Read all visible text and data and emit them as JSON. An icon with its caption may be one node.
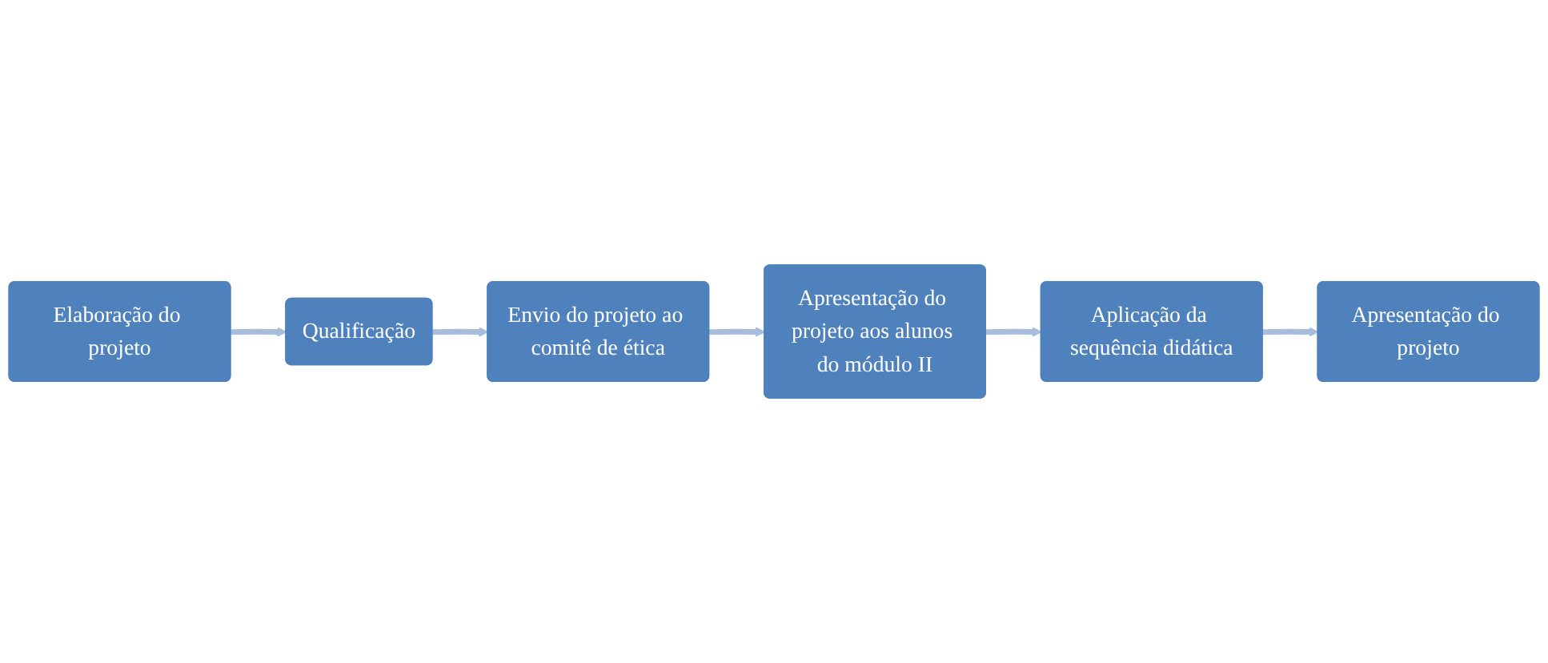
{
  "diagram": {
    "nodes": [
      {
        "text": [
          "Elaboração do projeto"
        ]
      },
      {
        "text": [
          "Qualificação"
        ]
      },
      {
        "text": [
          "Envio do projeto ao comitê de ética"
        ]
      },
      {
        "text": [
          "Apresentação do projeto aos alunos do módulo II"
        ]
      },
      {
        "text": [
          "Aplicação da sequência didática"
        ]
      },
      {
        "text": [
          "Apresentação do projeto"
        ]
      }
    ],
    "edges": [
      {
        "from": 0,
        "to": 1,
        "arrow": "to"
      },
      {
        "from": 1,
        "to": 2,
        "arrow": "to"
      },
      {
        "from": 2,
        "to": 3,
        "arrow": "to"
      },
      {
        "from": 3,
        "to": 4,
        "arrow": "to"
      },
      {
        "from": 4,
        "to": 5,
        "arrow": "to"
      }
    ]
  }
}
